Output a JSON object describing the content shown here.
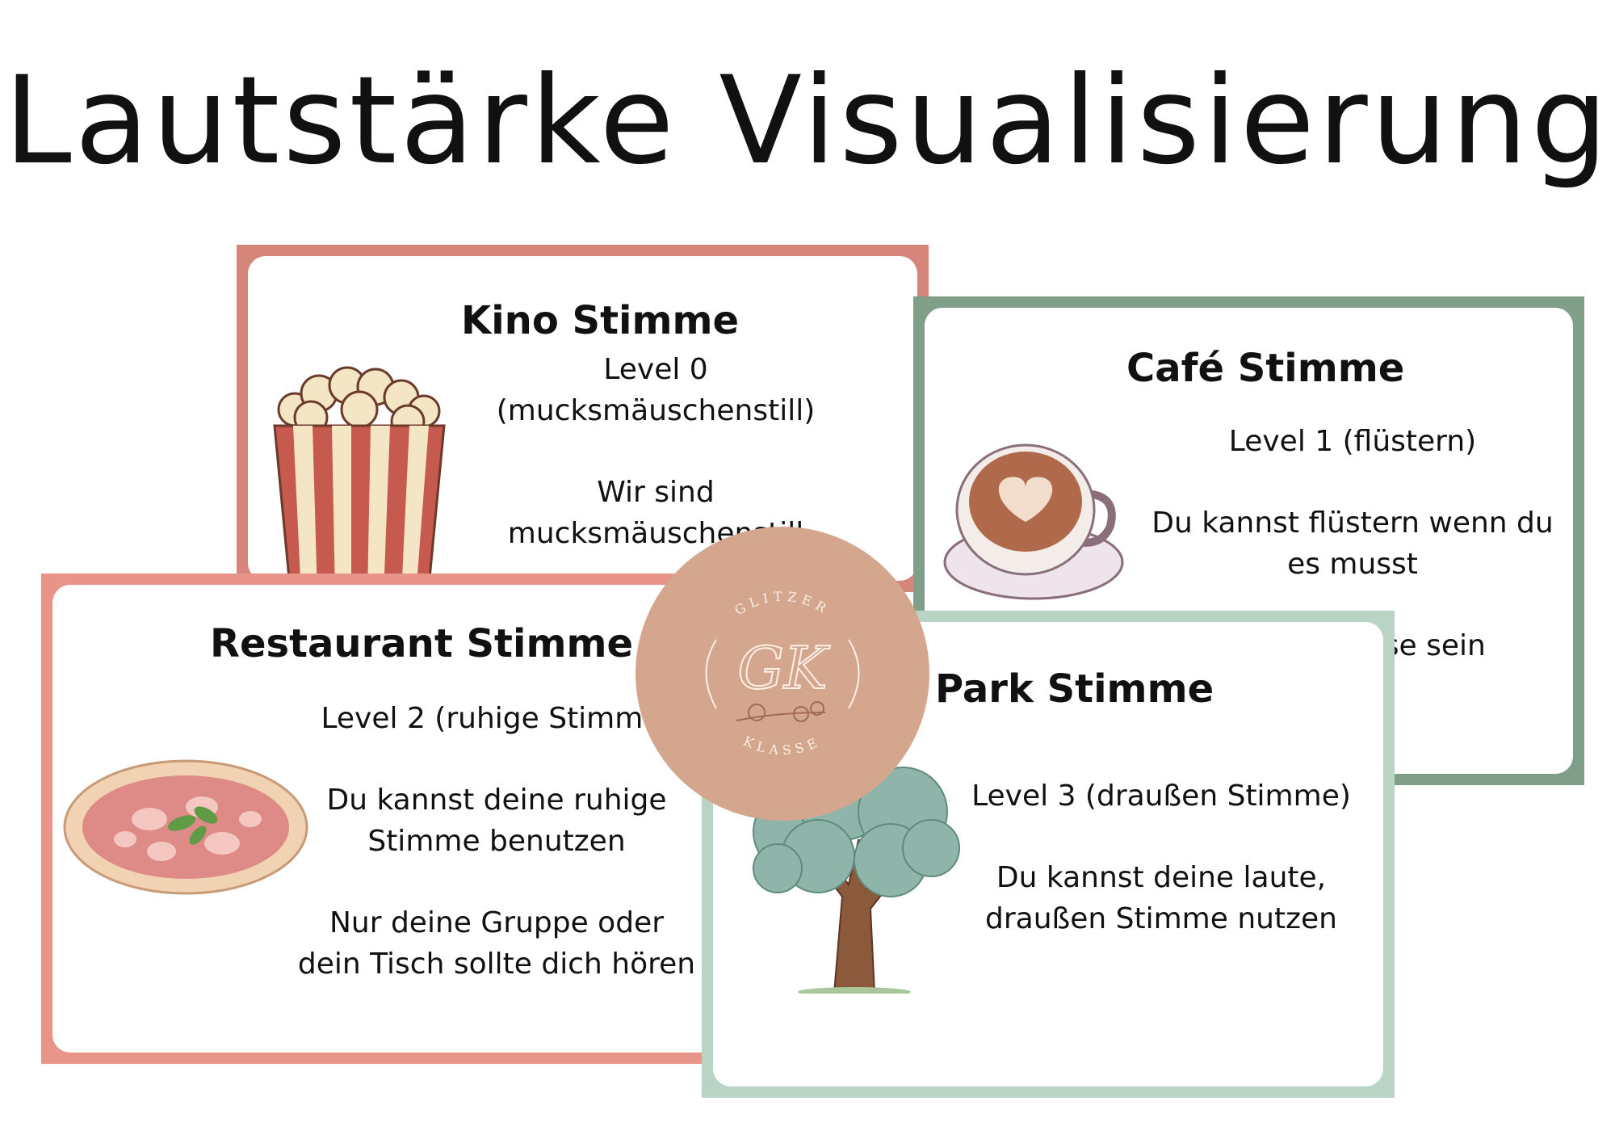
{
  "page": {
    "title": "Lautstärke Visualisierung"
  },
  "cards": {
    "kino": {
      "title": "Kino Stimme",
      "level": "Level 0 (mucksmäuschenstill)",
      "description": "Wir sind mucksmäuschenstill",
      "illustration": "popcorn-icon",
      "border_color": "#d6857b"
    },
    "cafe": {
      "title": "Café Stimme",
      "level": "Level 1 (flüstern)",
      "description": "Du kannst flüstern wenn du es musst",
      "extra": "Es sollte leise sein",
      "illustration": "coffee-cup-icon",
      "border_color": "#7f9f88"
    },
    "restaurant": {
      "title": "Restaurant Stimme",
      "level": "Level 2 (ruhige Stimme)",
      "description": "Du kannst deine ruhige Stimme benutzen",
      "extra": "Nur deine Gruppe oder dein Tisch sollte dich hören",
      "illustration": "pizza-icon",
      "border_color": "#e99488"
    },
    "park": {
      "title": "Park Stimme",
      "level": "Level 3 (draußen Stimme)",
      "description": "Du kannst deine laute, draußen Stimme nutzen",
      "illustration": "tree-icon",
      "border_color": "#b9d3c4"
    }
  },
  "logo": {
    "top_text": "GLITZER",
    "monogram": "GK",
    "bottom_text": "KLASSE",
    "color": "#d4a68d"
  }
}
